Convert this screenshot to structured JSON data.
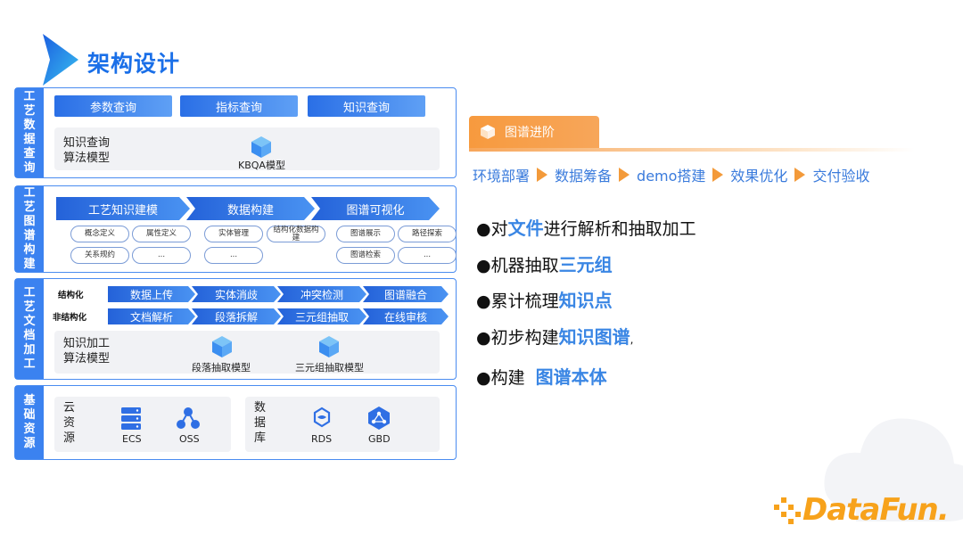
{
  "title": "架构设计",
  "panels": {
    "query": {
      "side": [
        "工",
        "艺",
        "数",
        "据",
        "查",
        "询"
      ],
      "buttons": [
        "参数查询",
        "指标查询",
        "知识查询"
      ],
      "model_label": [
        "知识查询",
        "算法模型"
      ],
      "model_name": "KBQA模型"
    },
    "graph": {
      "side": [
        "工",
        "艺",
        "图",
        "谱",
        "构",
        "建"
      ],
      "stages": [
        "工艺知识建模",
        "数据构建",
        "图谱可视化"
      ],
      "pills": [
        [
          "概念定义",
          "属性定义",
          "关系规约",
          "..."
        ],
        [
          "实体管理",
          "结构化数据构建",
          "..."
        ],
        [
          "图谱展示",
          "路径探索",
          "图谱检索",
          "..."
        ]
      ]
    },
    "doc": {
      "side": [
        "工",
        "艺",
        "文",
        "档",
        "加",
        "工"
      ],
      "structured_label": "结构化",
      "structured": [
        "数据上传",
        "实体消歧",
        "冲突检测",
        "图谱融合"
      ],
      "unstructured_label": "非结构化",
      "unstructured": [
        "文档解析",
        "段落拆解",
        "三元组抽取",
        "在线审核"
      ],
      "model_label": [
        "知识加工",
        "算法模型"
      ],
      "models": [
        "段落抽取模型",
        "三元组抽取模型"
      ]
    },
    "infra": {
      "side": [
        "基",
        "础",
        "资",
        "源"
      ],
      "cloud_label": [
        "云",
        "资",
        "源"
      ],
      "cloud_items": [
        "ECS",
        "OSS"
      ],
      "db_label": [
        "数",
        "据",
        "库"
      ],
      "db_items": [
        "RDS",
        "GBD"
      ]
    }
  },
  "advance": {
    "tab": "图谱进阶",
    "steps": [
      "环境部署",
      "数据筹备",
      "demo搭建",
      "效果优化",
      "交付验收"
    ]
  },
  "bullets": [
    {
      "pre": "●对",
      "hl": "文件",
      "post": "进行解析和抽取加工"
    },
    {
      "pre": "●机器抽取",
      "hl": "三元组",
      "post": ""
    },
    {
      "pre": "●累计梳理",
      "hl": "知识点",
      "post": ""
    },
    {
      "pre": "●初步构建",
      "hl": "知识图谱",
      "post": ","
    },
    {
      "pre": "●构建  ",
      "hl": "图谱本体",
      "post": ""
    }
  ],
  "logo": "DataFun.",
  "colors": {
    "primary": "#1a6fe8",
    "accent": "#f39a3a",
    "highlight": "#3a86e4"
  }
}
